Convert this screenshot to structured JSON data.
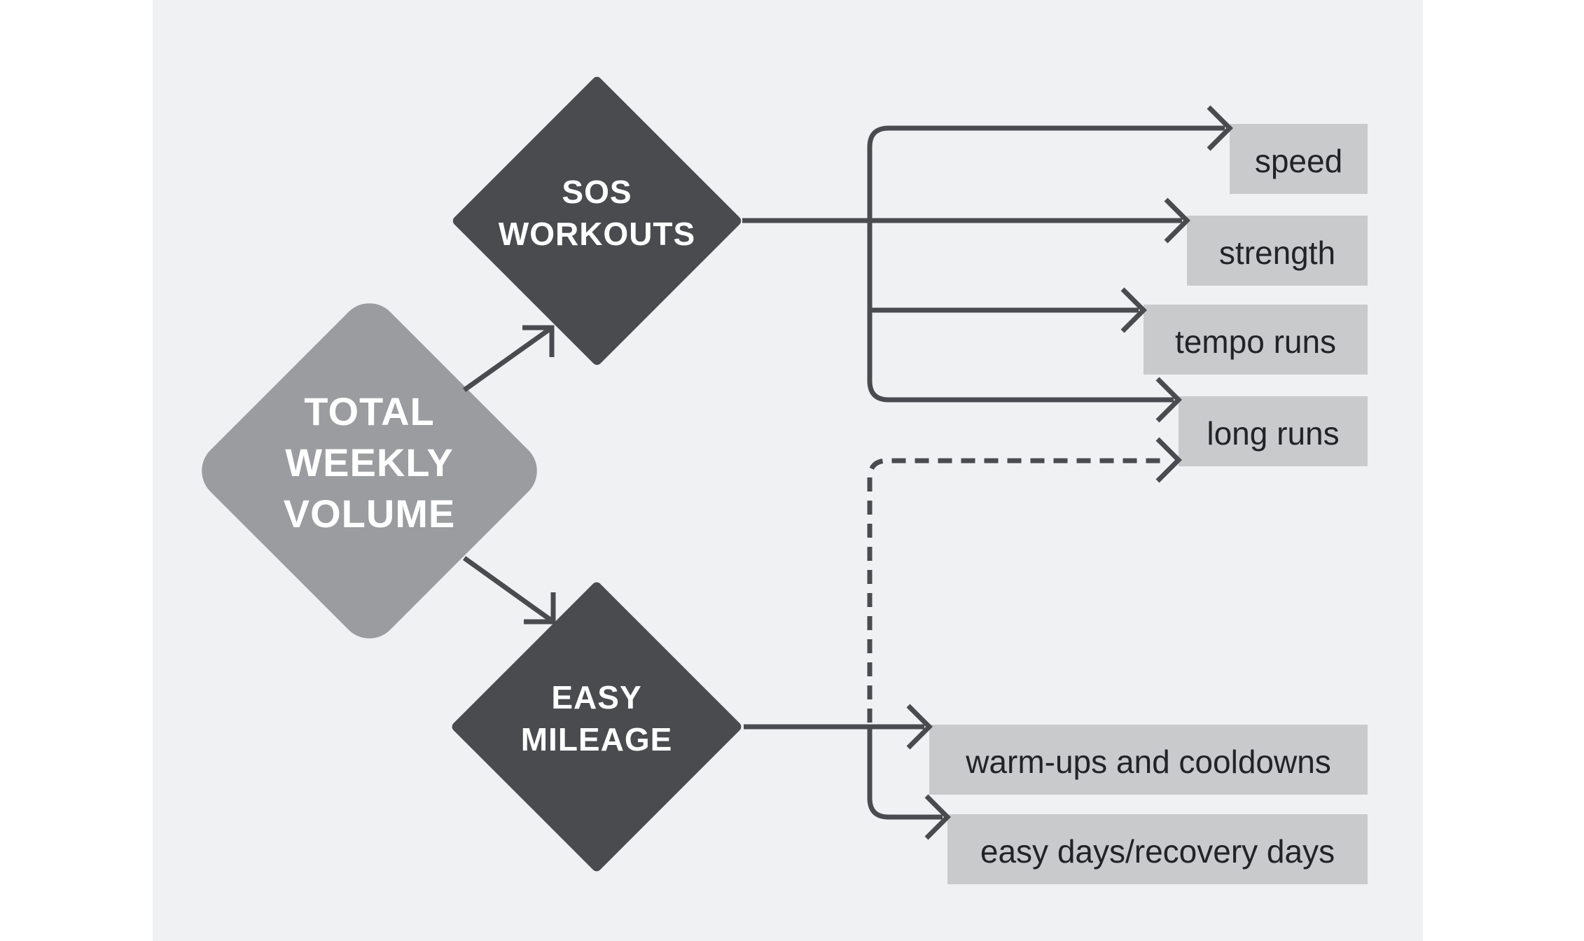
{
  "palette": {
    "page_bg": "#ffffff",
    "canvas_bg": "#f0f1f3",
    "dark": "#4a4b4f",
    "medium_gray": "#9b9c9f",
    "box_bg": "#c9cacc",
    "box_text": "#232327",
    "diamond_text": "#ffffff"
  },
  "diagram": {
    "root": {
      "label_lines": [
        "TOTAL",
        "WEEKLY",
        "VOLUME"
      ]
    },
    "branches": {
      "sos": {
        "label_lines": [
          "SOS",
          "WORKOUTS"
        ]
      },
      "easy": {
        "label_lines": [
          "EASY",
          "MILEAGE"
        ]
      }
    },
    "sos_outputs": [
      {
        "label": "speed"
      },
      {
        "label": "strength"
      },
      {
        "label": "tempo runs"
      },
      {
        "label": "long runs"
      }
    ],
    "easy_outputs": [
      {
        "label": "warm-ups and cooldowns"
      },
      {
        "label": "easy days/recovery days"
      }
    ],
    "edges": [
      {
        "from": "TOTAL WEEKLY VOLUME",
        "to": "SOS WORKOUTS",
        "style": "solid"
      },
      {
        "from": "TOTAL WEEKLY VOLUME",
        "to": "EASY MILEAGE",
        "style": "solid"
      },
      {
        "from": "SOS WORKOUTS",
        "to": "speed",
        "style": "solid"
      },
      {
        "from": "SOS WORKOUTS",
        "to": "strength",
        "style": "solid"
      },
      {
        "from": "SOS WORKOUTS",
        "to": "tempo runs",
        "style": "solid"
      },
      {
        "from": "SOS WORKOUTS",
        "to": "long runs",
        "style": "solid"
      },
      {
        "from": "EASY MILEAGE",
        "to": "warm-ups and cooldowns",
        "style": "solid"
      },
      {
        "from": "EASY MILEAGE",
        "to": "easy days/recovery days",
        "style": "solid"
      },
      {
        "from": "EASY MILEAGE",
        "to": "long runs",
        "style": "dashed"
      }
    ]
  }
}
